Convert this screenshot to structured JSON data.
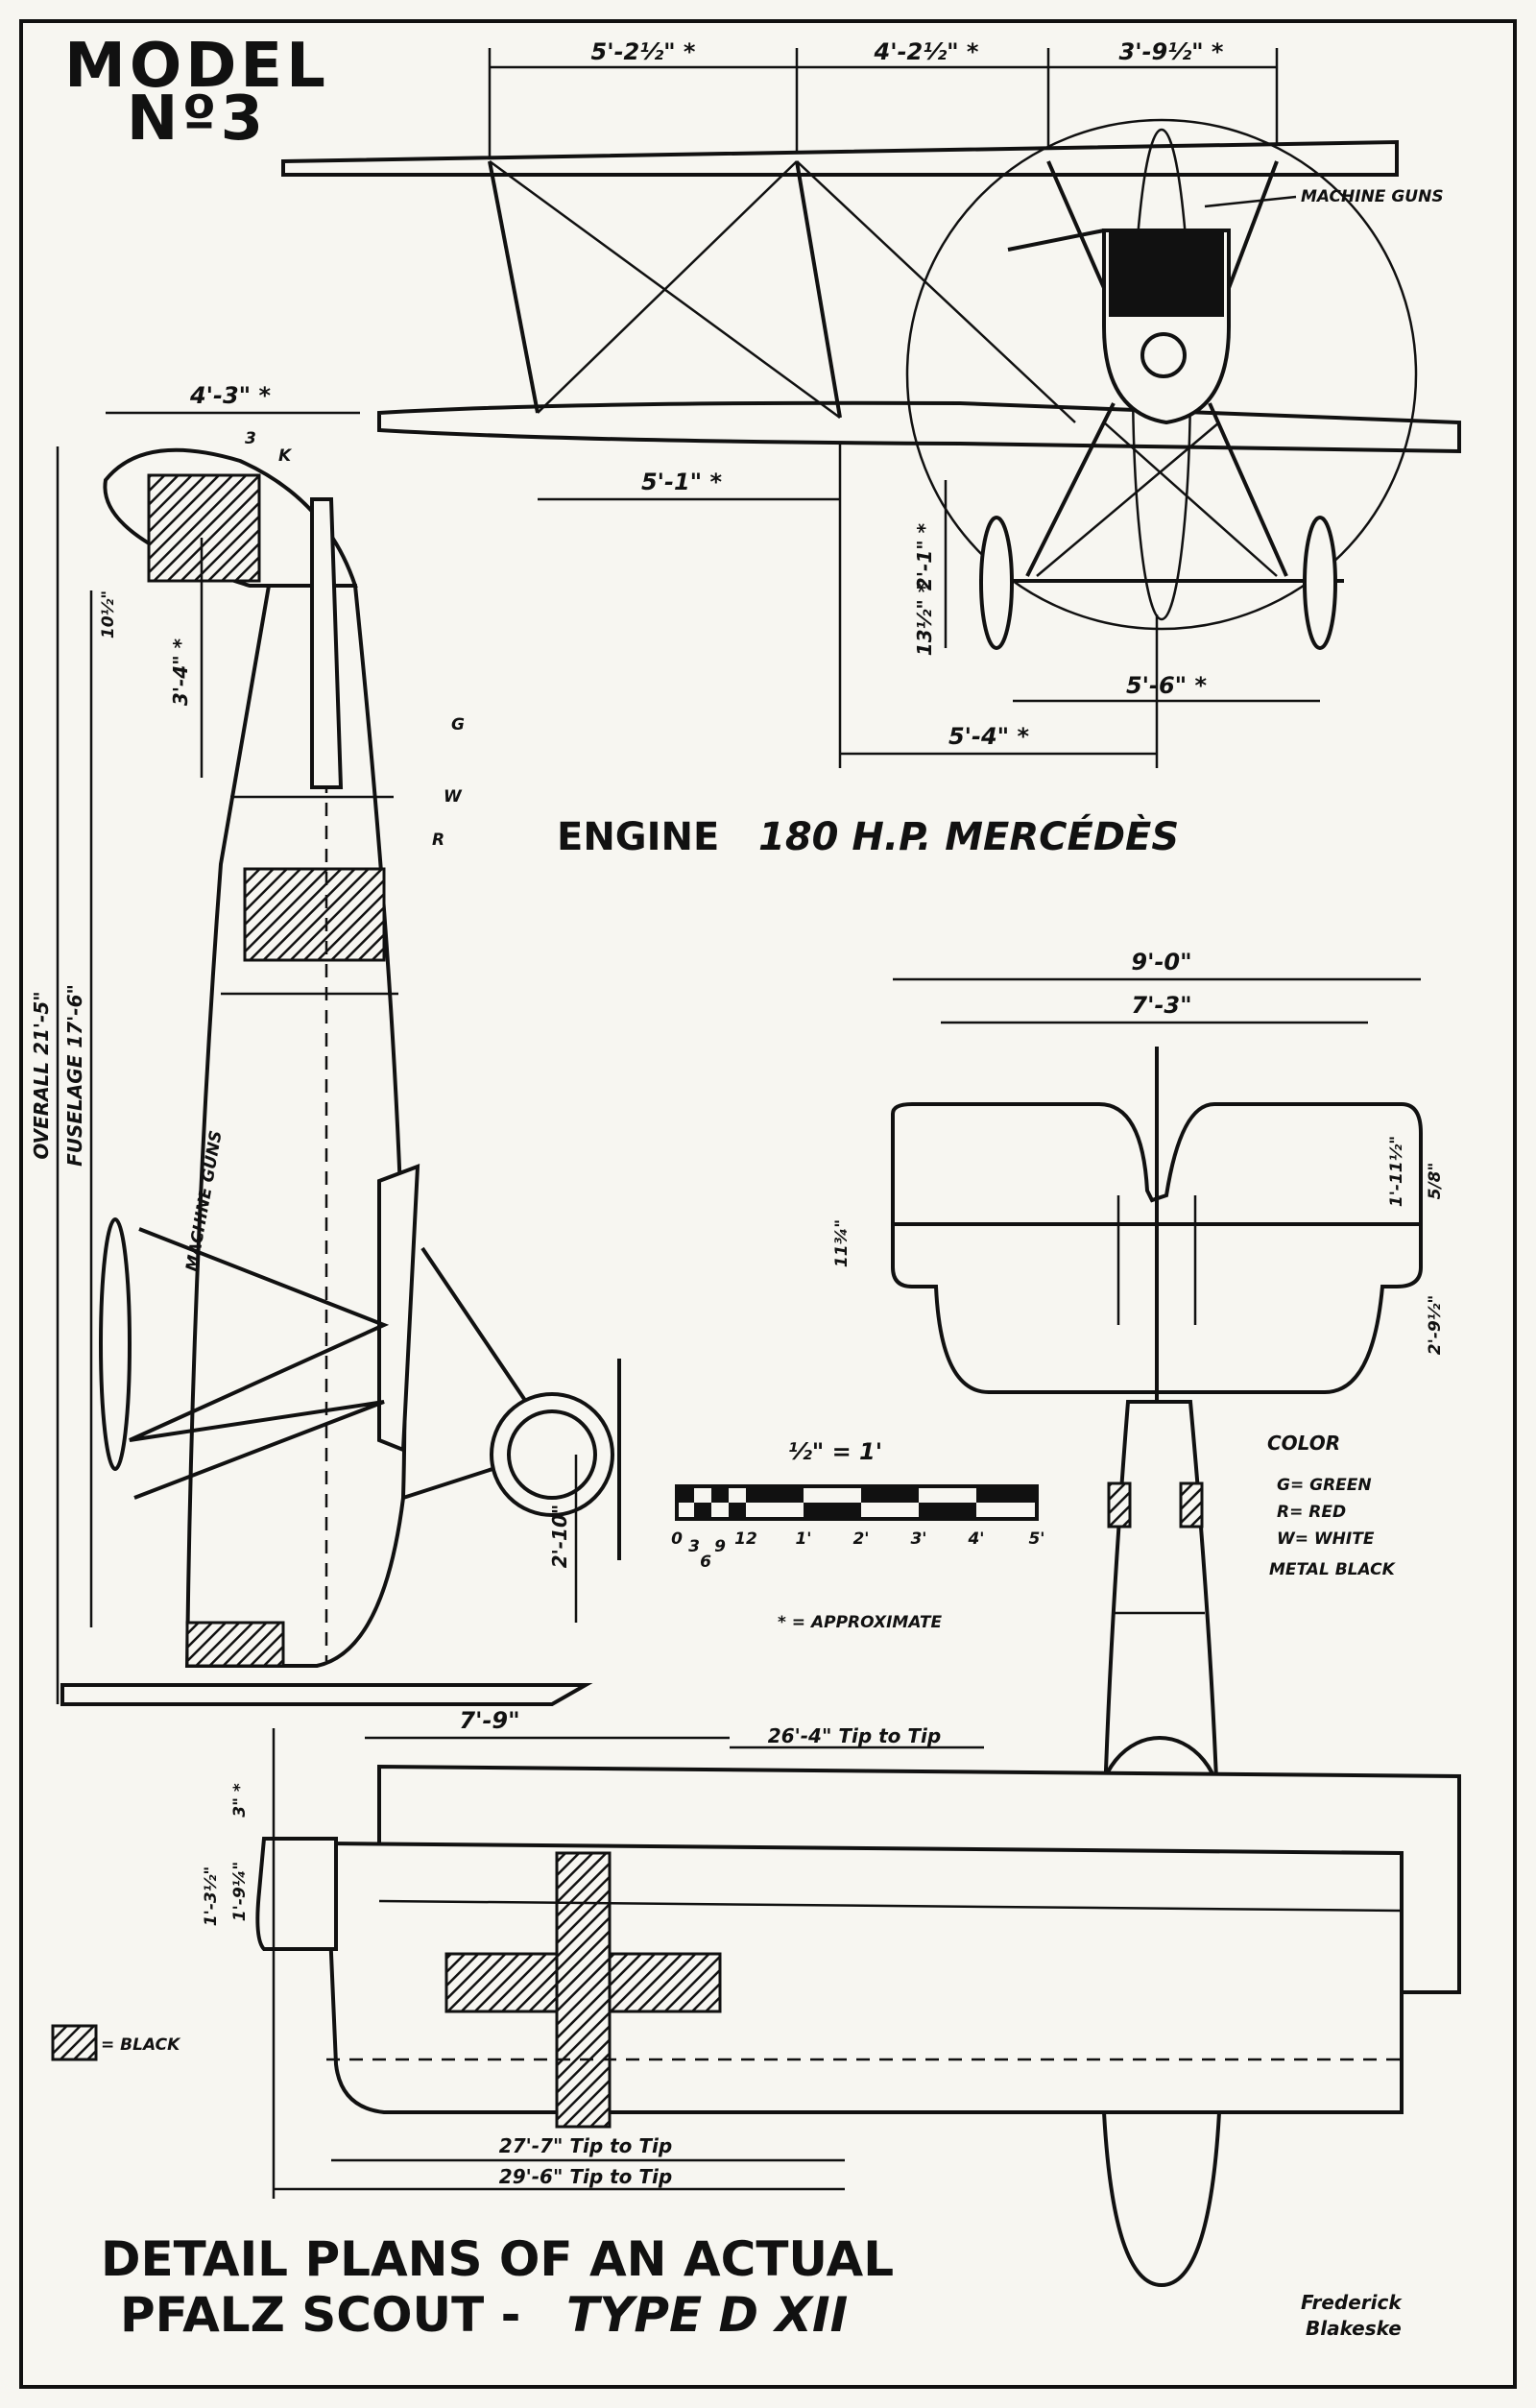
{
  "model_title": {
    "line1": "MODEL",
    "line2": "Nº3"
  },
  "engine": {
    "prefix": "ENGINE",
    "name": "180 H.P. MERCÉDÈS"
  },
  "plate_title": {
    "line1": "DETAIL PLANS OF AN ACTUAL",
    "line2_a": "PFALZ SCOUT -",
    "line2_b": "TYPE D XII"
  },
  "signature": {
    "line1": "Frederick",
    "line2": "Blakeske"
  },
  "front_view": {
    "span_a": "5'-2½\" *",
    "span_b": "4'-2½\" *",
    "span_c": "3'-9½\" *",
    "lower_span": "5'-1\" *",
    "track": "5'-6\" *",
    "half_track": "5'-4\" *",
    "height_a": "2'-1\" *",
    "height_b": "13½\" *",
    "machine_guns": "MACHINE GUNS"
  },
  "side_view": {
    "top_width": "4'-3\" *",
    "fin_a": "3'-4\" *",
    "fin_b": "10½\"",
    "overall": "OVERALL  21'-5\"",
    "fuselage": "FUSELAGE  17'-6\"",
    "wheel_height": "2'-10\"",
    "machine_guns": "MACHINE GUNS"
  },
  "tail_plan": {
    "span_outer": "9'-0\"",
    "span_inner": "7'-3\"",
    "chord_a": "1'-11½\"",
    "chord_b": "5/8\"",
    "chord_c": "2'-9½\"",
    "chord_d": "11¾\""
  },
  "wing_plan": {
    "root": "7'-9\"",
    "span_upper": "26'-4\" Tip to Tip",
    "span_mid": "27'-7\" Tip to Tip",
    "span_lower": "29'-6\" Tip to Tip",
    "dim_a": "3\" *",
    "dim_b": "1'-9¼\"",
    "dim_c": "1'-3½\""
  },
  "scale_bar": {
    "title": "½\" = 1'",
    "ticks": [
      "0",
      "3",
      "6",
      "9",
      "12",
      "1'",
      "2'",
      "3'",
      "4'",
      "5'"
    ]
  },
  "color_key": {
    "title": "COLOR",
    "items": [
      "G= GREEN",
      "R= RED",
      "W= WHITE",
      "METAL BLACK"
    ]
  },
  "approximate_note": "* = APPROXIMATE",
  "black_key": "= BLACK",
  "color_letters": [
    "G",
    "W",
    "R",
    "K",
    "3"
  ]
}
